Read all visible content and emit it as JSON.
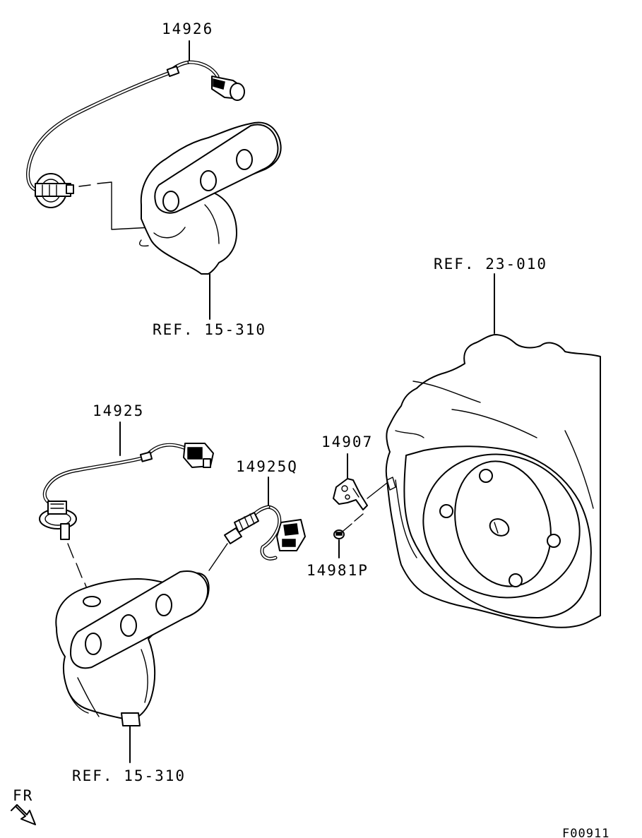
{
  "labels": {
    "part_14926": "14926",
    "ref_15_310_upper": "REF. 15-310",
    "ref_23_010": "REF. 23-010",
    "part_14925": "14925",
    "part_14907": "14907",
    "part_14925q": "14925Q",
    "part_14981p": "14981P",
    "ref_15_310_lower": "REF. 15-310",
    "front_indicator": "FR",
    "figure_code": "F00911"
  }
}
